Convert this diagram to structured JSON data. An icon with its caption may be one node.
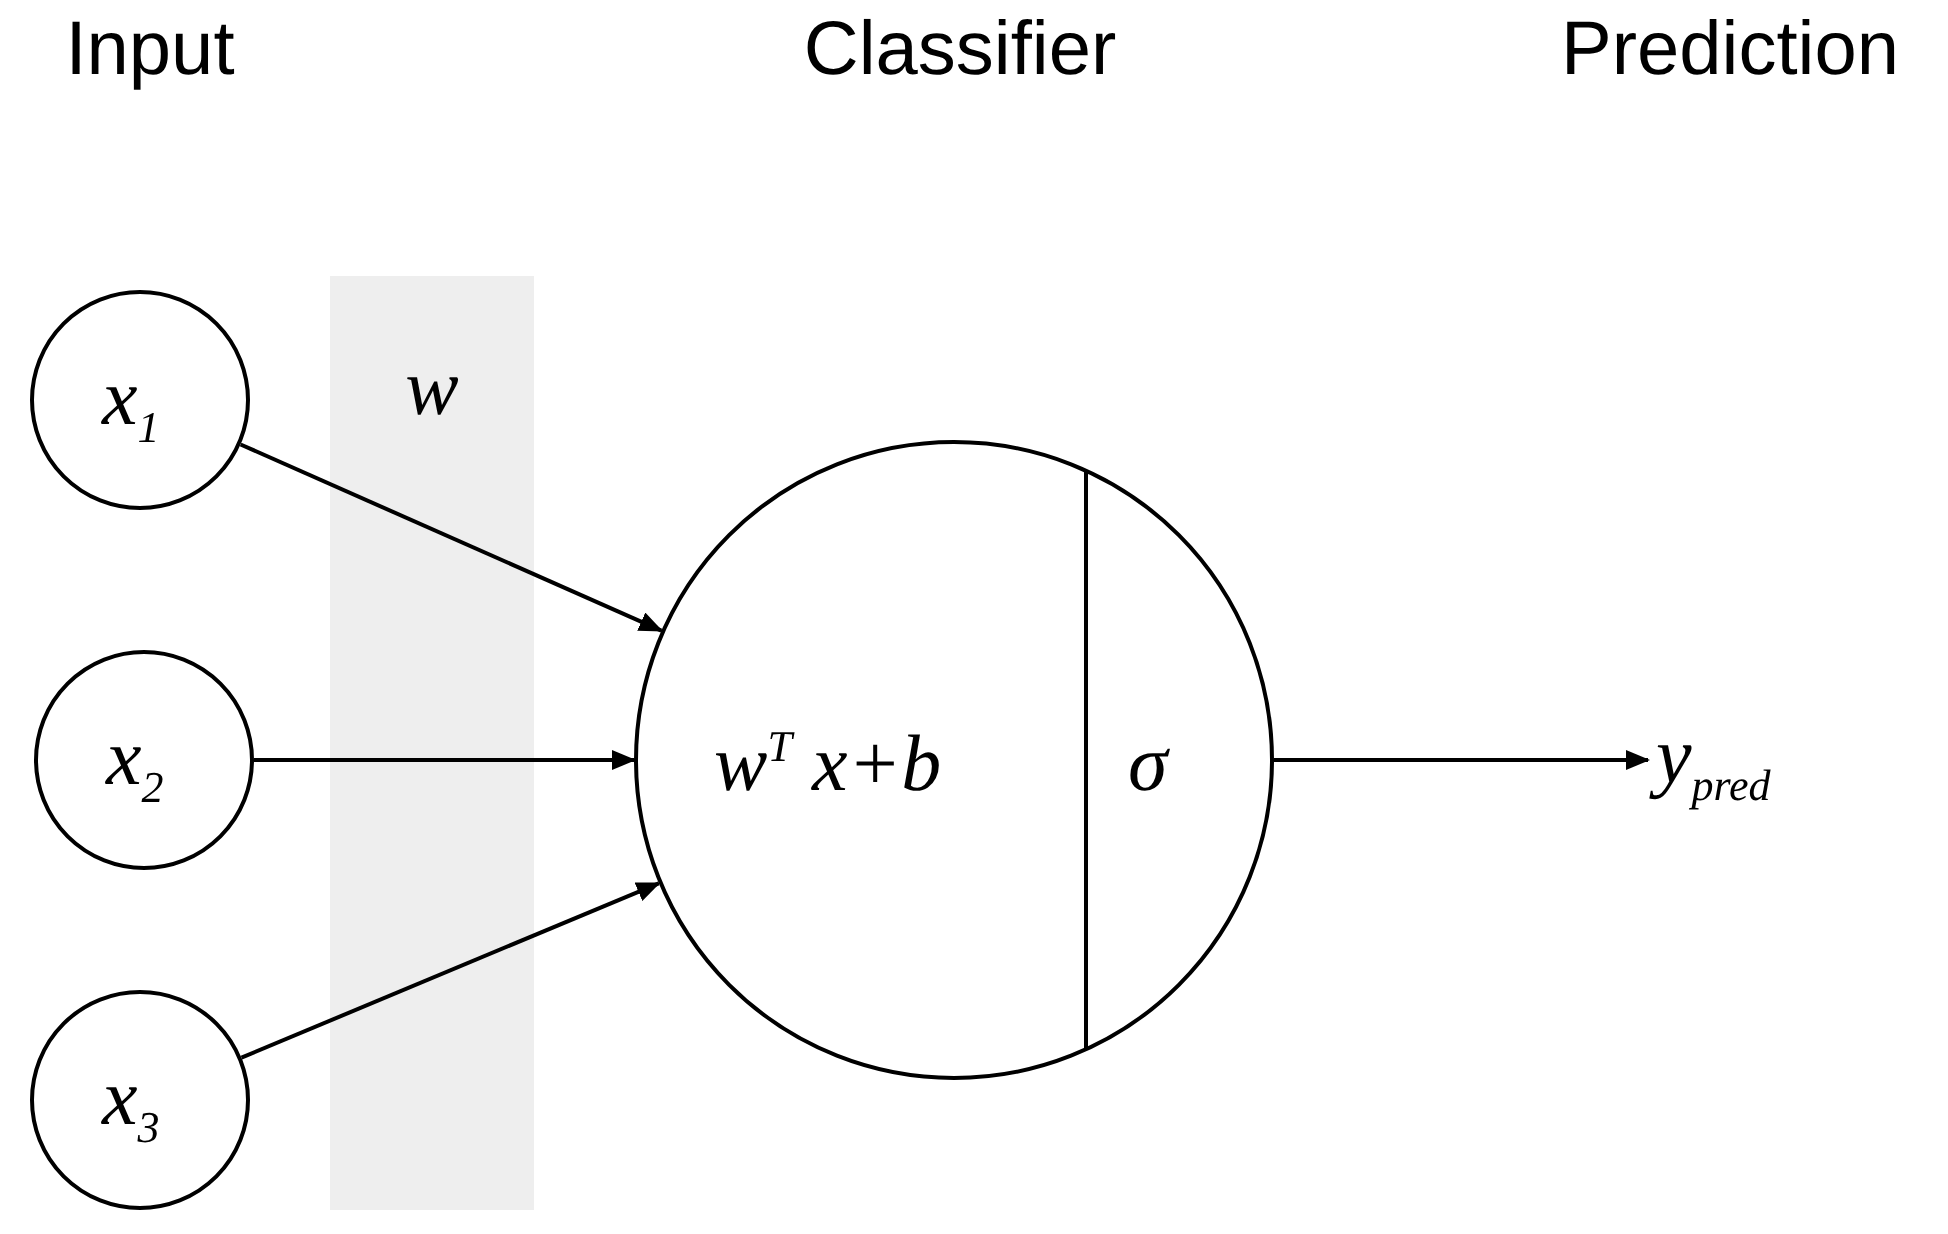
{
  "diagram": {
    "nodes": [
      {
        "text": [
          "x$_{1}$"
        ]
      },
      {
        "text": [
          "x$_{2}$"
        ]
      },
      {
        "text": [
          "x$_{3}$"
        ]
      },
      {
        "text": [
          "w$^{T}$ x+b",
          "σ"
        ]
      },
      {
        "text": [
          "y$_{pred}$"
        ]
      }
    ],
    "edges": [
      {
        "from": 0,
        "to": 3,
        "arrow": "to"
      },
      {
        "from": 1,
        "to": 3,
        "arrow": "to"
      },
      {
        "from": 2,
        "to": 3,
        "arrow": "to"
      },
      {
        "from": 3,
        "to": 4,
        "arrow": "to"
      }
    ],
    "labels": [
      "Input",
      "Classifier",
      "Prediction",
      "w"
    ]
  }
}
